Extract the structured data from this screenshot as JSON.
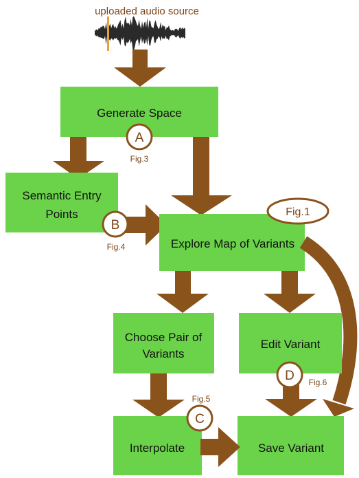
{
  "colors": {
    "box": "#6bd34a",
    "arrow": "#8a531c",
    "badge_stroke": "#8a531c",
    "badge_text": "#7a4519",
    "waveform": "#2a2a2a",
    "playhead": "#e8a23a"
  },
  "source": {
    "label": "uploaded audio source",
    "icon": "audio-waveform-icon"
  },
  "nodes": {
    "generate_space": {
      "line1": "Generate Space"
    },
    "semantic_entry": {
      "line1": "Semantic Entry",
      "line2": "Points"
    },
    "explore_map": {
      "line1": "Explore Map of Variants"
    },
    "choose_pair": {
      "line1": "Choose Pair of",
      "line2": "Variants"
    },
    "edit_variant": {
      "line1": "Edit Variant"
    },
    "interpolate": {
      "line1": "Interpolate"
    },
    "save_variant": {
      "line1": "Save Variant"
    }
  },
  "badges": {
    "a": {
      "letter": "A",
      "fig": "Fig.3"
    },
    "b": {
      "letter": "B",
      "fig": "Fig.4"
    },
    "c": {
      "letter": "C",
      "fig": "Fig.5"
    },
    "d": {
      "letter": "D",
      "fig": "Fig.6"
    },
    "fig1": {
      "label": "Fig.1"
    }
  }
}
